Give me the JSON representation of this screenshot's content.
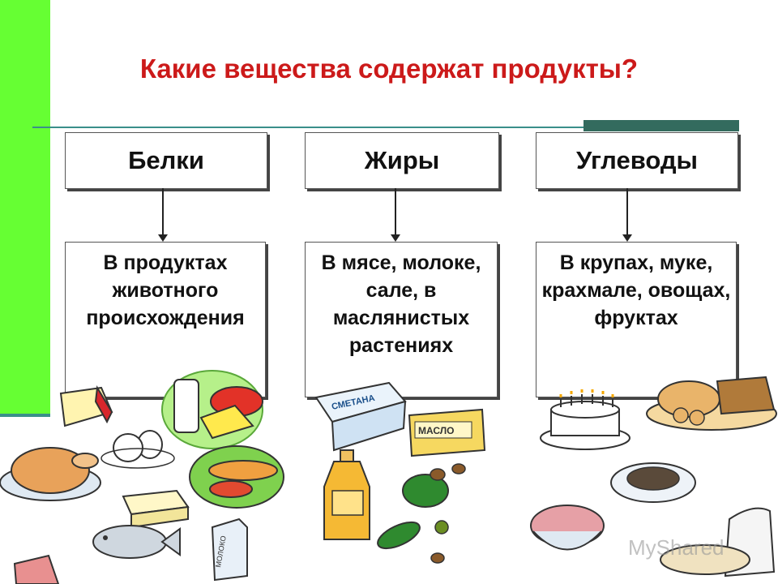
{
  "title": "Какие вещества содержат продукты?",
  "columns": [
    {
      "header": "Белки",
      "body": "В продуктах животного происхождения"
    },
    {
      "header": "Жиры",
      "body": "В мясе, молоке, сале, в маслянистых растениях"
    },
    {
      "header": "Углеводы",
      "body": "В крупах, муке, крахмале, овощах, фруктах"
    }
  ],
  "labels": {
    "smetana": "СМЕТАНА",
    "maslo": "МАСЛО",
    "moloko": "МОЛОКО"
  },
  "watermark": "MyShared",
  "colors": {
    "title": "#cc1a1a",
    "side_bar": "#66ff33",
    "rule": "#3a8f8a"
  }
}
